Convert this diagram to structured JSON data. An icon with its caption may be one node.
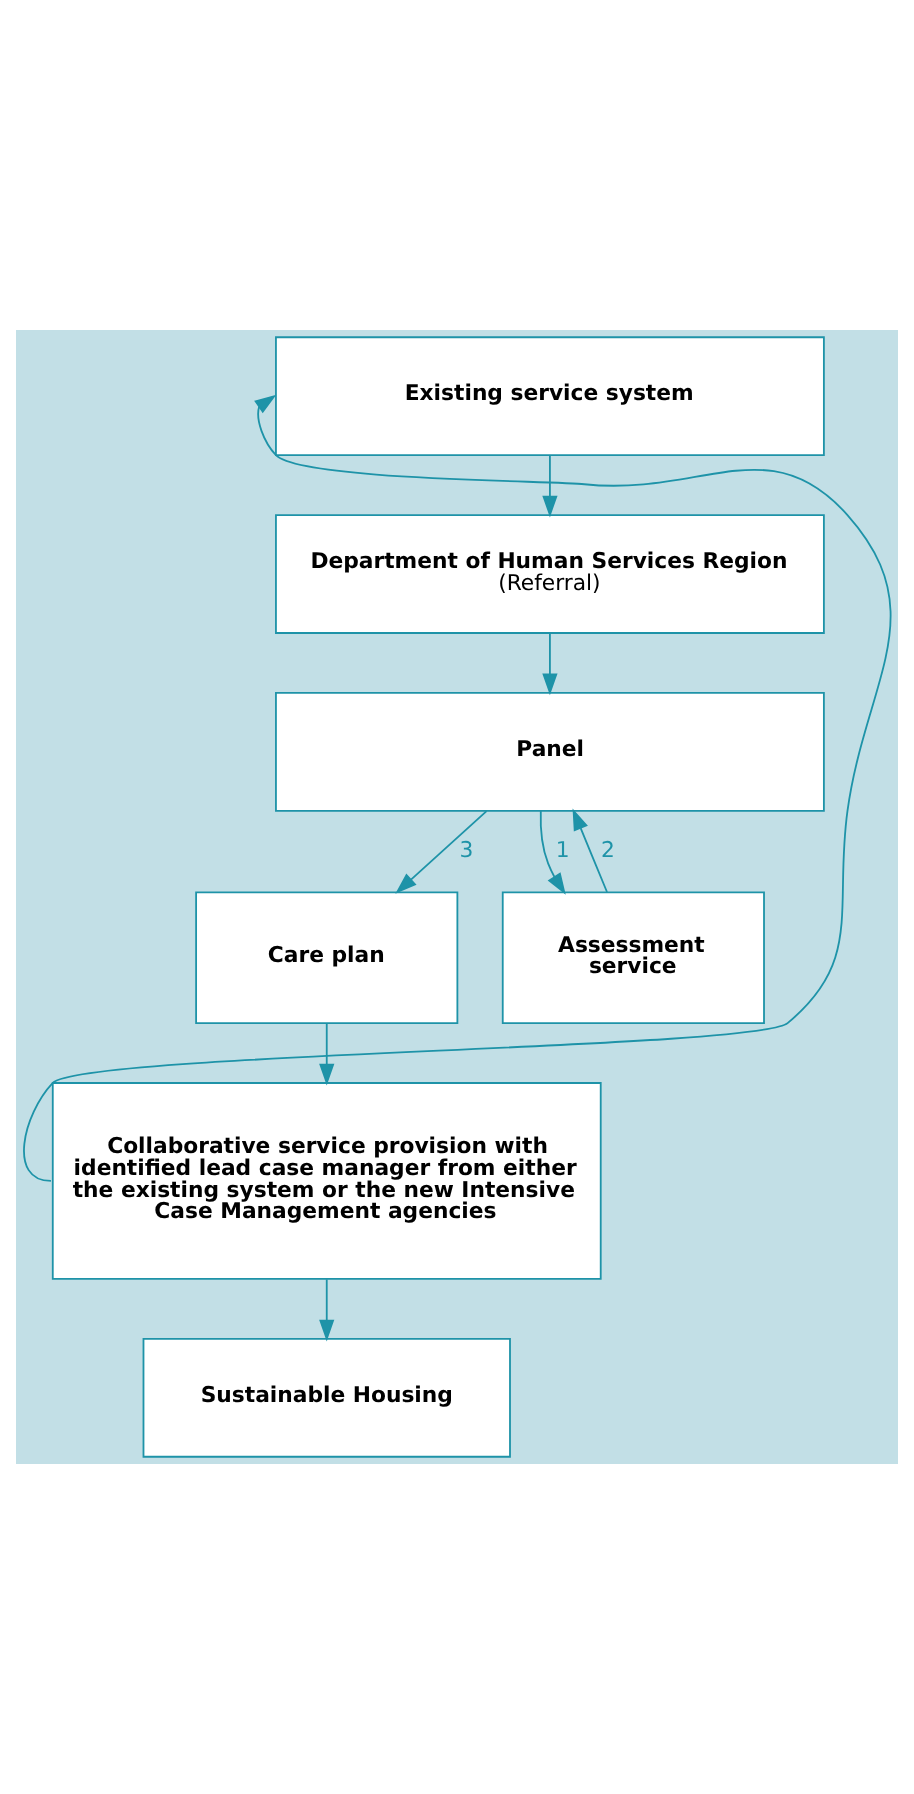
{
  "diagram": {
    "nodes": [
      {
        "text": [
          "Existing service system"
        ]
      },
      {
        "text": [
          "Department of Human Services Region",
          "(Referral)"
        ]
      },
      {
        "text": [
          "Panel"
        ]
      },
      {
        "text": [
          "Care plan"
        ]
      },
      {
        "text": [
          "Assessment service"
        ]
      },
      {
        "text": [
          "Collaborative service provision with identified lead case manager from either the existing system or the new Intensive Case Management agencies"
        ]
      },
      {
        "text": [
          "Sustainable Housing"
        ]
      }
    ],
    "edges": [
      {
        "from": 0,
        "to": 1,
        "arrow": "to"
      },
      {
        "from": 1,
        "to": 2,
        "arrow": "to"
      },
      {
        "from": 2,
        "to": 4,
        "arrow": "to",
        "label": "1"
      },
      {
        "from": 4,
        "to": 2,
        "arrow": "to",
        "label": "2"
      },
      {
        "from": 2,
        "to": 3,
        "arrow": "to",
        "label": "3"
      },
      {
        "from": 3,
        "to": 5,
        "arrow": "to"
      },
      {
        "from": 5,
        "to": 6,
        "arrow": "to"
      },
      {
        "from": 5,
        "to": 0,
        "arrow": "to"
      }
    ]
  }
}
